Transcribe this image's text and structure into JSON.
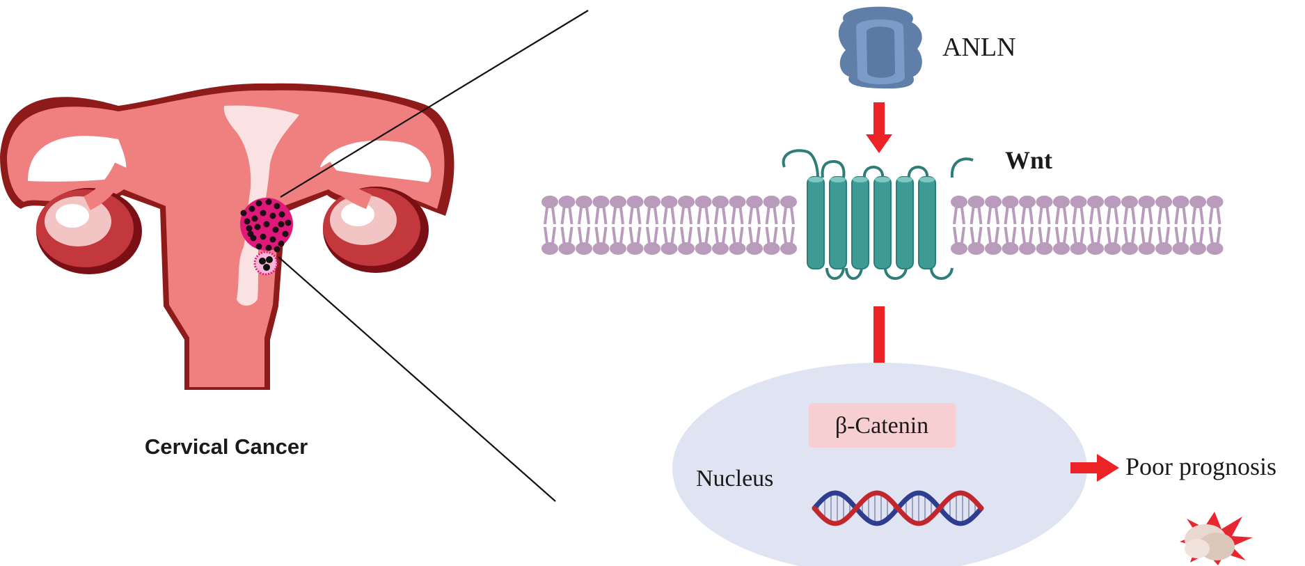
{
  "labels": {
    "protein": "ANLN",
    "pathway": "Wnt",
    "beta_catenin": "β-Catenin",
    "nucleus": "Nucleus",
    "outcome": "Poor prognosis",
    "organ_caption": "Cervical Cancer"
  },
  "icons": [
    "uterus-illustration",
    "tumor-cluster",
    "anln-protein-icon",
    "receptor-icon",
    "lipid-bilayer",
    "dna-helix-icon",
    "burst-icon"
  ],
  "colors": {
    "arrow": "#ec2227",
    "uterus": "#f08080",
    "uterus_outline": "#8e1a1a",
    "tumor": "#e0187a",
    "protein": "#6f8fb9",
    "receptor": "#3e9b96",
    "lipid": "#b99bbb",
    "nucleus": "#dfe3f2",
    "catenin_box": "#f8cfd0",
    "dna_red": "#c1272d",
    "dna_blue": "#2e3d8f"
  }
}
